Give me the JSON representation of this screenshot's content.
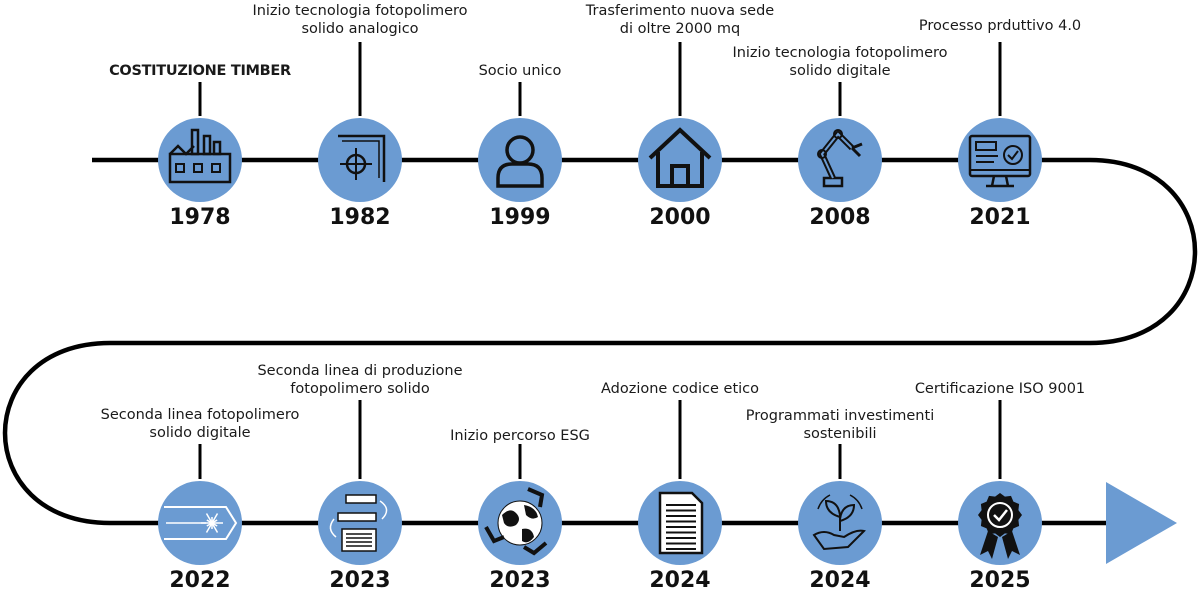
{
  "colors": {
    "circle": "#6b9bd2",
    "line": "#000000",
    "arrow": "#6b9bd2",
    "icon": "#111111"
  },
  "rows": [
    {
      "events": [
        {
          "year": "1978",
          "label": "COSTITUZIONE TIMBER",
          "bold": true,
          "icon": "factory-icon"
        },
        {
          "year": "1982",
          "label": "Inizio tecnologia fotopolimero\nsolido analogico",
          "icon": "crosshair-corner-icon"
        },
        {
          "year": "1999",
          "label": "Socio unico",
          "icon": "user-icon"
        },
        {
          "year": "2000",
          "label": "Trasferimento nuova sede\ndi oltre 2000 mq",
          "icon": "house-icon"
        },
        {
          "year": "2008",
          "label": "Inizio tecnologia fotopolimero\nsolido digitale",
          "icon": "robot-arm-icon"
        },
        {
          "year": "2021",
          "label": "Processo prduttivo 4.0",
          "icon": "monitor-check-icon"
        }
      ]
    },
    {
      "events": [
        {
          "year": "2022",
          "label": "Seconda linea fotopolimero\nsolido digitale",
          "icon": "laser-icon"
        },
        {
          "year": "2023",
          "label": "Seconda linea di produzione\nfotopolimero solido",
          "icon": "production-line-icon"
        },
        {
          "year": "2023",
          "label": "Inizio percorso ESG",
          "icon": "recycle-globe-icon"
        },
        {
          "year": "2024",
          "label": "Adozione codice etico",
          "icon": "document-icon"
        },
        {
          "year": "2024",
          "label": "Programmati investimenti\nsostenibili",
          "icon": "plant-hand-icon"
        },
        {
          "year": "2025",
          "label": "Certificazione ISO 9001",
          "icon": "certificate-badge-icon"
        }
      ]
    }
  ]
}
